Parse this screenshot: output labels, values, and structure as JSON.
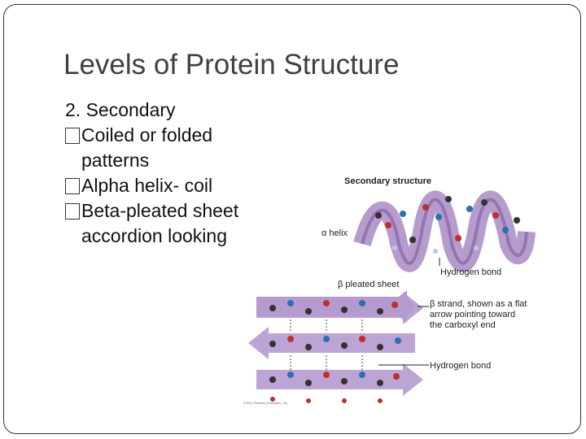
{
  "slide": {
    "title": "Levels of Protein Structure",
    "body": [
      {
        "text": "2. Secondary",
        "bullet": false,
        "indent": false
      },
      {
        "text": "Coiled or folded",
        "bullet": true,
        "indent": false
      },
      {
        "text": "patterns",
        "bullet": false,
        "indent": true
      },
      {
        "text": "Alpha helix- coil",
        "bullet": true,
        "indent": false
      },
      {
        "text": "Beta-pleated sheet",
        "bullet": true,
        "indent": false
      },
      {
        "text": "accordion looking",
        "bullet": false,
        "indent": true
      }
    ]
  },
  "figure": {
    "heading": "Secondary structure",
    "alpha_label": "α helix",
    "hbond_top": "Hydrogen bond",
    "beta_label": "β pleated sheet",
    "strand_note": [
      "β strand, shown as a flat",
      "arrow pointing toward",
      "the carboxyl end"
    ],
    "hbond_bottom": "Hydrogen bond",
    "copyright": "©2011 Pearson Education, Inc."
  }
}
